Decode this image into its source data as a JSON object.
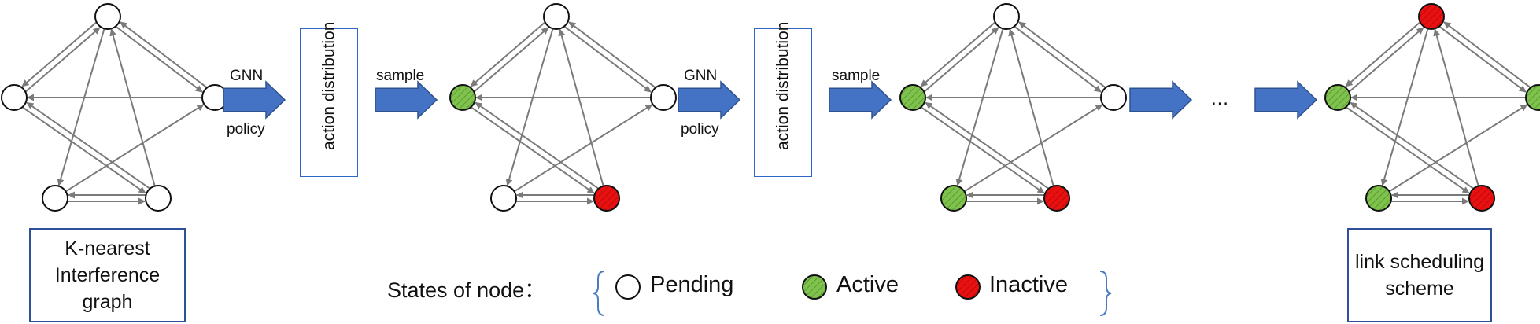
{
  "stage1_label": "K-nearest Interference graph",
  "final_label": "link scheduling scheme",
  "policy_step": {
    "top": "GNN",
    "bottom": "policy"
  },
  "distribution_label": "action distribution",
  "sample_label": "sample",
  "ellipsis": "…",
  "legend": {
    "title": "States of node：",
    "items": [
      {
        "label": "Pending",
        "state": "pending"
      },
      {
        "label": "Active",
        "state": "active"
      },
      {
        "label": "Inactive",
        "state": "inactive"
      }
    ]
  },
  "colors": {
    "edge": "#7a7a7a",
    "pending": "#ffffff",
    "active": "#7fc34e",
    "inactive": "#e81010",
    "arrow": "#4472c4",
    "box_border": "#2e4f9a",
    "brace": "#4a7cc0"
  },
  "graphs": [
    {
      "name": "initial",
      "states": [
        "pending",
        "pending",
        "pending",
        "pending",
        "pending"
      ]
    },
    {
      "name": "step-1",
      "states": [
        "pending",
        "active",
        "pending",
        "pending",
        "inactive"
      ]
    },
    {
      "name": "step-2",
      "states": [
        "pending",
        "active",
        "pending",
        "active",
        "inactive"
      ]
    },
    {
      "name": "final",
      "states": [
        "inactive",
        "active",
        "active",
        "active",
        "inactive"
      ]
    }
  ],
  "edges": [
    [
      0,
      1
    ],
    [
      0,
      3
    ],
    [
      1,
      0
    ],
    [
      2,
      0
    ],
    [
      2,
      1
    ],
    [
      3,
      2
    ],
    [
      3,
      4
    ],
    [
      4,
      0
    ],
    [
      4,
      1
    ],
    [
      4,
      3
    ],
    [
      1,
      4
    ],
    [
      0,
      2
    ]
  ]
}
